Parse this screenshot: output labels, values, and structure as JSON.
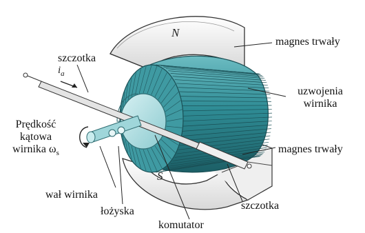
{
  "labels": {
    "magnet_top": "magnes trwały",
    "winding_line1": "uzwojenia",
    "winding_line2": "wirnika",
    "magnet_bottom": "magnes trwały",
    "brush_top": "szczotka",
    "brush_bottom": "szczotka",
    "speed_line1": "Prędkość",
    "speed_line2": "kątowa",
    "speed_line3": "wirnika",
    "omega": "ω",
    "omega_sub": "s",
    "shaft": "wał wirnika",
    "bearings": "łożyska",
    "commutator": "komutator"
  },
  "poles": {
    "north": "N",
    "south": "S"
  },
  "current_symbol": "i",
  "current_sub": "a",
  "colors": {
    "rotor_body": "#2f8c95",
    "rotor_dark": "#1f6a72",
    "rotor_light": "#5fb3ba",
    "commutator_face": "#b9e3e6",
    "magnet_fill": "#ececec",
    "outline": "#333333"
  },
  "icons": [
    "current-arrow-icon",
    "rotation-arrow-icon"
  ]
}
